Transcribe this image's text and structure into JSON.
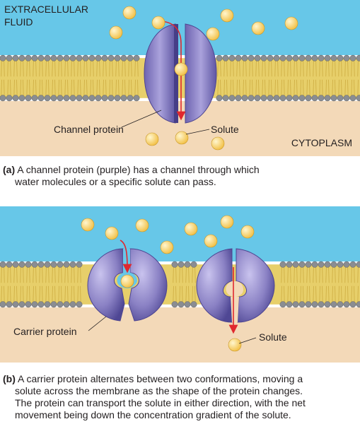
{
  "panel_a": {
    "region_top_label": [
      "EXTRACELLULAR",
      "FLUID"
    ],
    "region_bottom_label": "CYTOPLASM",
    "protein_label": "Channel protein",
    "solute_label": "Solute",
    "caption_letter": "(a)",
    "caption_lines": [
      "A channel protein (purple) has a channel through which",
      "water molecules or a specific solute can pass."
    ]
  },
  "panel_b": {
    "protein_label": "Carrier protein",
    "solute_label": "Solute",
    "caption_letter": "(b)",
    "caption_lines": [
      "A carrier protein alternates between two conformations, moving a",
      "solute across the membrane as the shape of the protein changes.",
      "The protein can transport the solute in either direction, with the net",
      "movement being down the concentration gradient of the solute."
    ]
  },
  "colors": {
    "extracellular": "#67c7e8",
    "cytoplasm": "#f3d9b8",
    "lipid_head": "#8a8d92",
    "lipid_tail": "#e7cf6a",
    "protein": "#8f86c6",
    "protein_dark": "#5b52a0",
    "solute": "#f7cf63",
    "arrow": "#e0282e"
  }
}
